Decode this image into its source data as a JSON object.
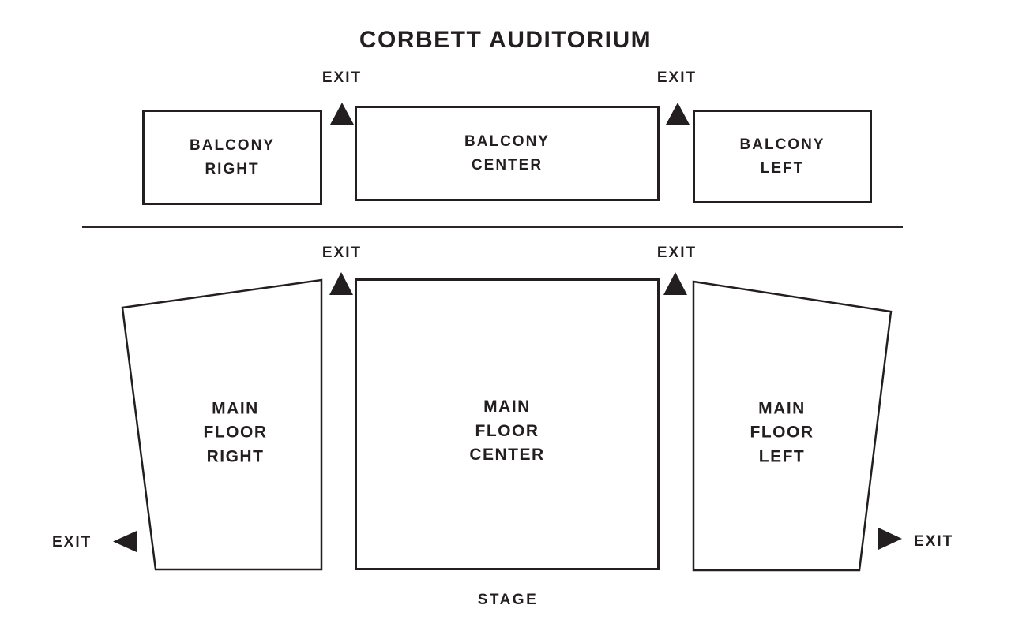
{
  "title": "CORBETT AUDITORIUM",
  "stage": {
    "label": "STAGE"
  },
  "colors": {
    "ink": "#231f20",
    "background": "#ffffff"
  },
  "sections": {
    "balcony_right": {
      "label": "BALCONY\nRIGHT"
    },
    "balcony_center": {
      "label": "BALCONY\nCENTER"
    },
    "balcony_left": {
      "label": "BALCONY\nLEFT"
    },
    "main_floor_right": {
      "label": "MAIN\nFLOOR\nRIGHT"
    },
    "main_floor_center": {
      "label": "MAIN\nFLOOR\nCENTER"
    },
    "main_floor_left": {
      "label": "MAIN\nFLOOR\nLEFT"
    }
  },
  "exits": [
    {
      "id": "balcony-exit-house-right",
      "label": "EXIT",
      "direction": "up"
    },
    {
      "id": "balcony-exit-house-left",
      "label": "EXIT",
      "direction": "up"
    },
    {
      "id": "main-floor-exit-house-right",
      "label": "EXIT",
      "direction": "up"
    },
    {
      "id": "main-floor-exit-house-left",
      "label": "EXIT",
      "direction": "up"
    },
    {
      "id": "side-exit-house-right",
      "label": "EXIT",
      "direction": "left"
    },
    {
      "id": "side-exit-house-left",
      "label": "EXIT",
      "direction": "right"
    }
  ]
}
